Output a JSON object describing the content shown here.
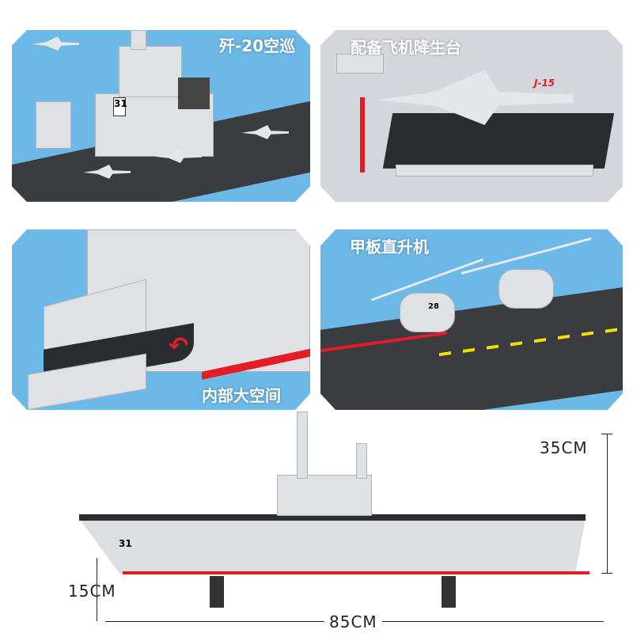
{
  "panels": [
    {
      "caption": "歼-20空巡"
    },
    {
      "caption": "配备飞机降生台"
    },
    {
      "caption": "内部大空间"
    },
    {
      "caption": "甲板直升机"
    }
  ],
  "dimensions": {
    "height": "35CM",
    "depth": "15CM",
    "length": "85CM"
  },
  "markings": {
    "hull_number": "31",
    "jet_tail": "J-15",
    "heli_number": "28"
  },
  "colors": {
    "panel_bg": "#6cb8e6",
    "accent_red": "#e31d25"
  }
}
